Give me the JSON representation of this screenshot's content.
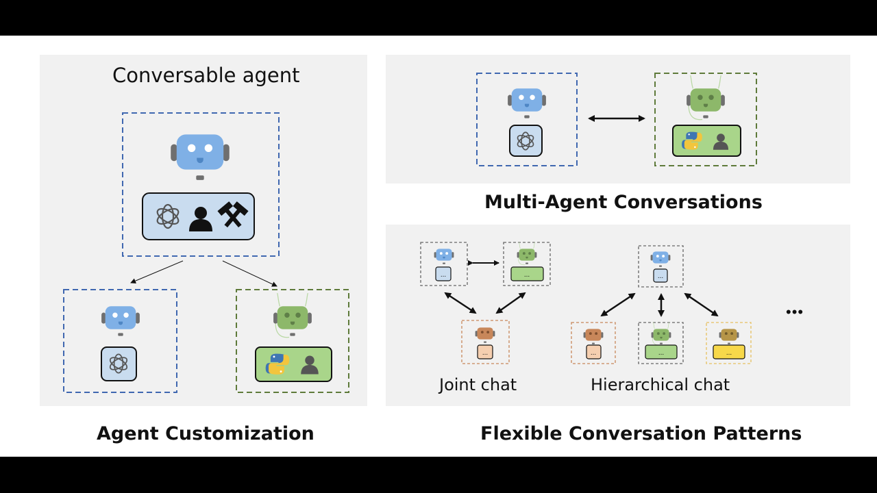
{
  "left_panel": {
    "title": "Conversable agent",
    "caption": "Agent Customization",
    "icons": [
      "robot-icon",
      "openai-icon",
      "human-icon",
      "tools-icon",
      "python-icon"
    ]
  },
  "right_top_panel": {
    "caption": "Multi-Agent Conversations"
  },
  "right_bottom_panel": {
    "joint_chat_label": "Joint chat",
    "hierarchical_chat_label": "Hierarchical chat",
    "ellipsis": "•••",
    "caption": "Flexible Conversation Patterns",
    "placeholder_text": "..."
  },
  "colors": {
    "blue_agent": "#7fb0e6",
    "green_agent": "#8db86a",
    "orange_agent": "#c8875a",
    "yellow_agent": "#b69548",
    "blue_box": "#c9dcef",
    "green_box": "#a9d58a",
    "peach_box": "#f5cfb0",
    "yellow_box": "#f7d84a"
  }
}
